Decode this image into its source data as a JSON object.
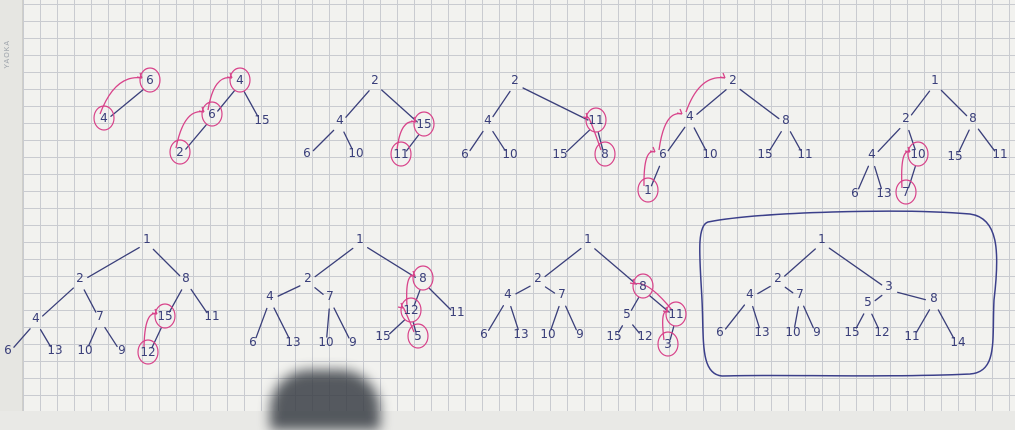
{
  "sheet": {
    "margin_label": "YAOKA"
  },
  "colors": {
    "ink": "#3a3f7a",
    "highlight": "#d8438a",
    "grid": "#c9cbd0",
    "paper": "#f2f2ef"
  },
  "trees": [
    {
      "id": "step-1",
      "nodes": [
        {
          "label": "4",
          "highlight": true
        },
        {
          "label": "6",
          "highlight": true
        }
      ],
      "edges": [
        [
          0,
          1
        ]
      ],
      "swaps": [
        [
          0,
          1
        ]
      ]
    },
    {
      "id": "step-2",
      "nodes": [
        {
          "label": "4",
          "highlight": true
        },
        {
          "label": "6",
          "highlight": true
        },
        {
          "label": "15"
        },
        {
          "label": "2",
          "highlight": true
        }
      ],
      "edges": [
        [
          0,
          1
        ],
        [
          0,
          2
        ],
        [
          1,
          3
        ]
      ],
      "swaps": [
        [
          3,
          1
        ],
        [
          1,
          0
        ]
      ]
    },
    {
      "id": "step-3",
      "nodes": [
        {
          "label": "2"
        },
        {
          "label": "4"
        },
        {
          "label": "15",
          "highlight": true
        },
        {
          "label": "6"
        },
        {
          "label": "10"
        },
        {
          "label": "11",
          "highlight": true
        }
      ],
      "edges": [
        [
          0,
          1
        ],
        [
          0,
          2
        ],
        [
          1,
          3
        ],
        [
          1,
          4
        ],
        [
          2,
          5
        ]
      ],
      "swaps": [
        [
          5,
          2
        ]
      ]
    },
    {
      "id": "step-4",
      "nodes": [
        {
          "label": "2"
        },
        {
          "label": "4"
        },
        {
          "label": "11",
          "highlight": true
        },
        {
          "label": "6"
        },
        {
          "label": "10"
        },
        {
          "label": "15"
        },
        {
          "label": "8",
          "highlight": true
        }
      ],
      "edges": [
        [
          0,
          1
        ],
        [
          0,
          2
        ],
        [
          1,
          3
        ],
        [
          1,
          4
        ],
        [
          2,
          5
        ],
        [
          2,
          6
        ]
      ],
      "swaps": [
        [
          6,
          2
        ]
      ]
    },
    {
      "id": "step-5",
      "nodes": [
        {
          "label": "2"
        },
        {
          "label": "4"
        },
        {
          "label": "8"
        },
        {
          "label": "6"
        },
        {
          "label": "10"
        },
        {
          "label": "15"
        },
        {
          "label": "11"
        },
        {
          "label": "1",
          "highlight": true
        }
      ],
      "edges": [
        [
          0,
          1
        ],
        [
          0,
          2
        ],
        [
          1,
          3
        ],
        [
          1,
          4
        ],
        [
          2,
          5
        ],
        [
          2,
          6
        ],
        [
          3,
          7
        ]
      ],
      "swaps": [
        [
          7,
          3
        ],
        [
          3,
          1
        ],
        [
          1,
          0
        ]
      ]
    },
    {
      "id": "step-6",
      "nodes": [
        {
          "label": "1"
        },
        {
          "label": "2"
        },
        {
          "label": "8"
        },
        {
          "label": "4"
        },
        {
          "label": "10",
          "highlight": true
        },
        {
          "label": "15"
        },
        {
          "label": "11"
        },
        {
          "label": "6"
        },
        {
          "label": "13"
        },
        {
          "label": "7",
          "highlight": true
        }
      ],
      "edges": [
        [
          0,
          1
        ],
        [
          0,
          2
        ],
        [
          1,
          3
        ],
        [
          1,
          4
        ],
        [
          2,
          5
        ],
        [
          2,
          6
        ],
        [
          3,
          7
        ],
        [
          3,
          8
        ],
        [
          4,
          9
        ]
      ],
      "swaps": [
        [
          9,
          4
        ]
      ]
    },
    {
      "id": "step-7",
      "nodes": [
        {
          "label": "1"
        },
        {
          "label": "2"
        },
        {
          "label": "8"
        },
        {
          "label": "4"
        },
        {
          "label": "7"
        },
        {
          "label": "15",
          "highlight": true
        },
        {
          "label": "11"
        },
        {
          "label": "6"
        },
        {
          "label": "13"
        },
        {
          "label": "10"
        },
        {
          "label": "9"
        },
        {
          "label": "12",
          "highlight": true
        }
      ],
      "edges": [
        [
          0,
          1
        ],
        [
          0,
          2
        ],
        [
          1,
          3
        ],
        [
          1,
          4
        ],
        [
          2,
          5
        ],
        [
          2,
          6
        ],
        [
          3,
          7
        ],
        [
          3,
          8
        ],
        [
          4,
          9
        ],
        [
          4,
          10
        ],
        [
          5,
          11
        ]
      ],
      "swaps": [
        [
          11,
          5
        ]
      ]
    },
    {
      "id": "step-8",
      "nodes": [
        {
          "label": "1"
        },
        {
          "label": "2"
        },
        {
          "label": "8",
          "highlight": true
        },
        {
          "label": "4"
        },
        {
          "label": "7"
        },
        {
          "label": "12",
          "highlight": true
        },
        {
          "label": "11"
        },
        {
          "label": "6"
        },
        {
          "label": "13"
        },
        {
          "label": "10"
        },
        {
          "label": "9"
        },
        {
          "label": "15"
        },
        {
          "label": "5",
          "highlight": true
        }
      ],
      "edges": [
        [
          0,
          1
        ],
        [
          0,
          2
        ],
        [
          1,
          3
        ],
        [
          1,
          4
        ],
        [
          2,
          5
        ],
        [
          2,
          6
        ],
        [
          3,
          7
        ],
        [
          3,
          8
        ],
        [
          4,
          9
        ],
        [
          4,
          10
        ],
        [
          5,
          11
        ],
        [
          5,
          12
        ]
      ],
      "swaps": [
        [
          12,
          5
        ],
        [
          5,
          2
        ]
      ]
    },
    {
      "id": "step-9",
      "nodes": [
        {
          "label": "1"
        },
        {
          "label": "2"
        },
        {
          "label": "8",
          "highlight": true
        },
        {
          "label": "4"
        },
        {
          "label": "7"
        },
        {
          "label": "5"
        },
        {
          "label": "11",
          "highlight": true
        },
        {
          "label": "6"
        },
        {
          "label": "13"
        },
        {
          "label": "10"
        },
        {
          "label": "9"
        },
        {
          "label": "15"
        },
        {
          "label": "12"
        },
        {
          "label": "3",
          "highlight": true
        }
      ],
      "edges": [
        [
          0,
          1
        ],
        [
          0,
          2
        ],
        [
          1,
          3
        ],
        [
          1,
          4
        ],
        [
          2,
          5
        ],
        [
          2,
          6
        ],
        [
          3,
          7
        ],
        [
          3,
          8
        ],
        [
          4,
          9
        ],
        [
          4,
          10
        ],
        [
          5,
          11
        ],
        [
          5,
          12
        ],
        [
          6,
          13
        ]
      ],
      "swaps": [
        [
          13,
          6
        ],
        [
          6,
          2
        ]
      ]
    },
    {
      "id": "step-10-final",
      "boxed": true,
      "nodes": [
        {
          "label": "1"
        },
        {
          "label": "2"
        },
        {
          "label": "3"
        },
        {
          "label": "4"
        },
        {
          "label": "7"
        },
        {
          "label": "5"
        },
        {
          "label": "8"
        },
        {
          "label": "6"
        },
        {
          "label": "13"
        },
        {
          "label": "10"
        },
        {
          "label": "9"
        },
        {
          "label": "15"
        },
        {
          "label": "12"
        },
        {
          "label": "11"
        },
        {
          "label": "14"
        }
      ],
      "edges": [
        [
          0,
          1
        ],
        [
          0,
          2
        ],
        [
          1,
          3
        ],
        [
          1,
          4
        ],
        [
          2,
          5
        ],
        [
          2,
          6
        ],
        [
          3,
          7
        ],
        [
          3,
          8
        ],
        [
          4,
          9
        ],
        [
          4,
          10
        ],
        [
          5,
          11
        ],
        [
          5,
          12
        ],
        [
          6,
          13
        ],
        [
          6,
          14
        ]
      ],
      "swaps": []
    }
  ]
}
